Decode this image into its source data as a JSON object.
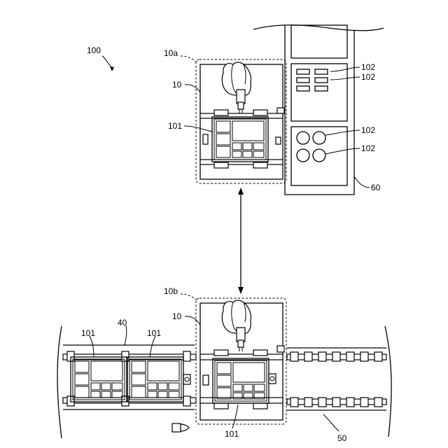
{
  "figure": {
    "ref_system": "100",
    "ref_state_a": "10a",
    "ref_state_b": "10b",
    "ref_robot_top": "10",
    "ref_robot_bottom": "10",
    "ref_tray_top": "101",
    "ref_tray_bottom": "101",
    "ref_tray_conv_1": "101",
    "ref_tray_conv_2": "101",
    "ref_button_upper_1": "102",
    "ref_button_upper_2": "102",
    "ref_button_lower_1": "102",
    "ref_button_lower_2": "102",
    "ref_panel": "60",
    "ref_conveyor_left": "40",
    "ref_conveyor_right": "50"
  }
}
